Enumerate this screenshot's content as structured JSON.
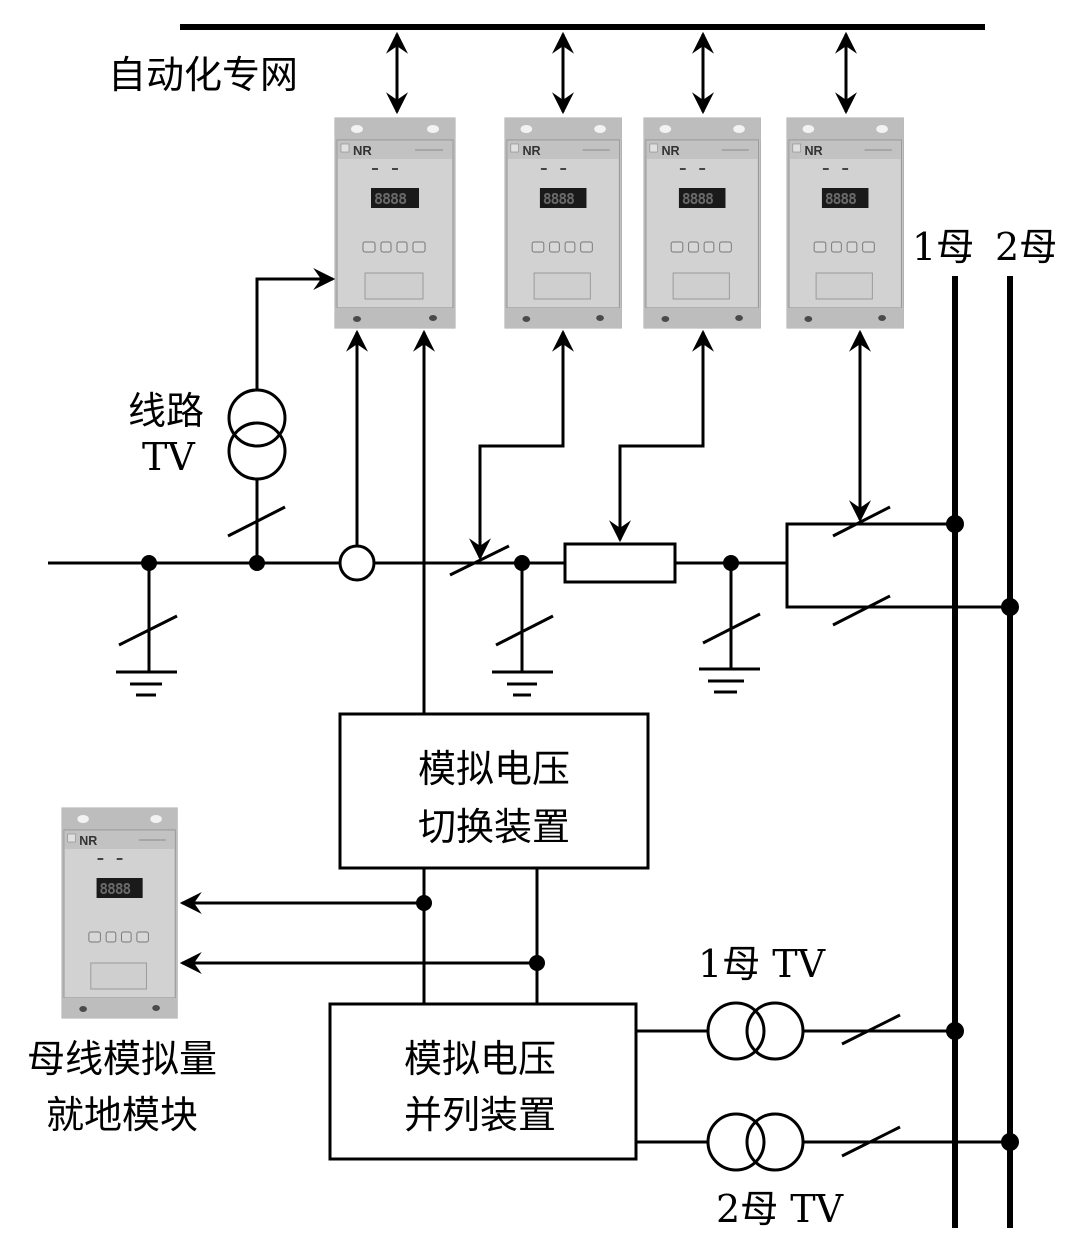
{
  "labels": {
    "network": "自动化专网",
    "bus1": "1母",
    "bus2": "2母",
    "line_tv_line1": "线路",
    "line_tv_line2": "TV",
    "switch_device_line1": "模拟电压",
    "switch_device_line2": "切换装置",
    "parallel_device_line1": "模拟电压",
    "parallel_device_line2": "并列装置",
    "local_module_line1": "母线模拟量",
    "local_module_line2": "就地模块",
    "bus1_tv": "1母 TV",
    "bus2_tv": "2母 TV"
  },
  "devices": [
    {
      "name": "module-1",
      "logo": "NR",
      "display": "8888"
    },
    {
      "name": "module-2",
      "logo": "NR",
      "display": "8888"
    },
    {
      "name": "module-3",
      "logo": "NR",
      "display": "8888"
    },
    {
      "name": "module-4",
      "logo": "NR",
      "display": "8888"
    },
    {
      "name": "local-module",
      "logo": "NR",
      "display": "8888"
    }
  ],
  "colors": {
    "line": "#000000",
    "device_panel": "#c8c8c8",
    "display_bg": "#1a1a1a"
  }
}
